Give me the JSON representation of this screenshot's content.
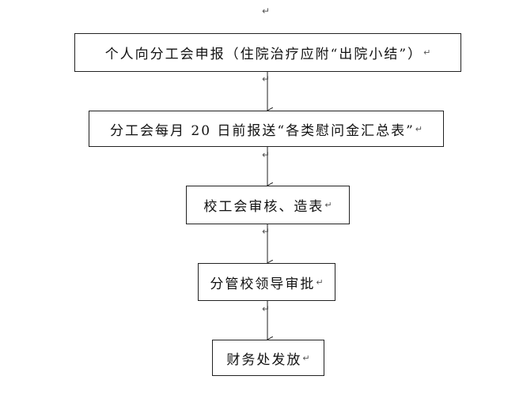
{
  "paragraph_mark": "↵",
  "steps": [
    {
      "text": "个人向分工会申报（住院治疗应附“出院小结”）"
    },
    {
      "text": "分工会每月 20 日前报送“各类慰问金汇总表”"
    },
    {
      "text": "校工会审核、造表"
    },
    {
      "text": "分管校领导审批"
    },
    {
      "text": "财务处发放"
    }
  ]
}
